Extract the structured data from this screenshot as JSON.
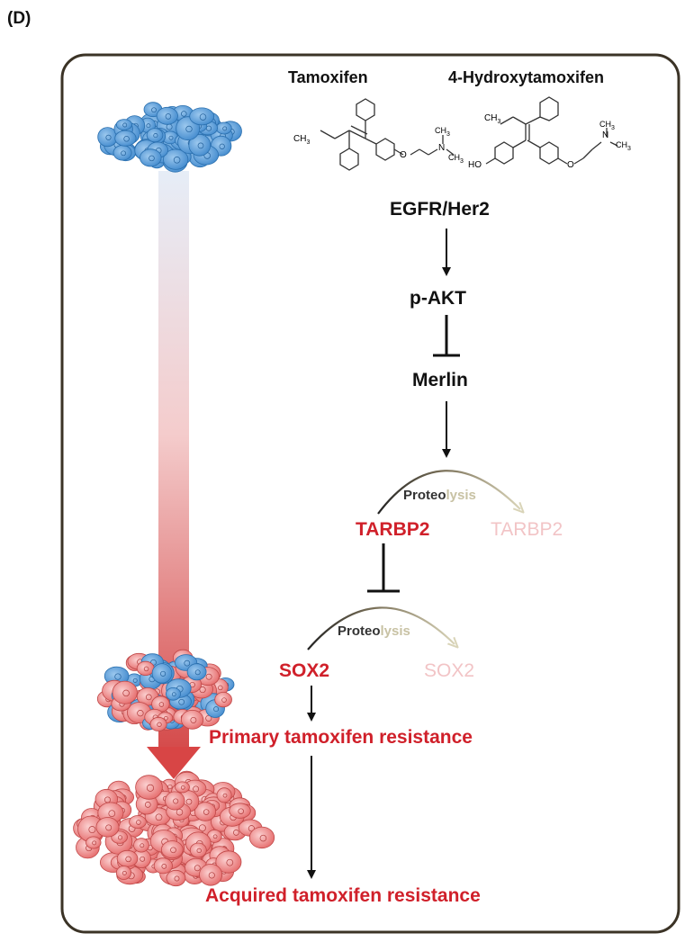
{
  "panel_label": "(D)",
  "drugs": [
    {
      "name": "Tamoxifen"
    },
    {
      "name": "4-Hydroxytamoxifen"
    }
  ],
  "pathway": {
    "nodes": [
      "EGFR/Her2",
      "p-AKT",
      "Merlin"
    ],
    "proteolysis_label_main": "Proteo",
    "proteolysis_label_fade": "lysis",
    "tarbp2": "TARBP2",
    "tarbp2_degraded": "TARBP2",
    "sox2": "SOX2",
    "sox2_degraded": "SOX2"
  },
  "outcomes": {
    "primary": "Primary tamoxifen resistance",
    "acquired": "Acquired tamoxifen resistance"
  },
  "chem_text": {
    "ch3": "CH",
    "three": "3",
    "n": "N",
    "o": "O",
    "ho": "HO"
  },
  "colors": {
    "red": "#d0202a",
    "faded_red": "#f2c4c6",
    "blue_cell": "#5aa0dc",
    "pink_cell": "#ec7d7d",
    "frame": "#3b3326"
  }
}
